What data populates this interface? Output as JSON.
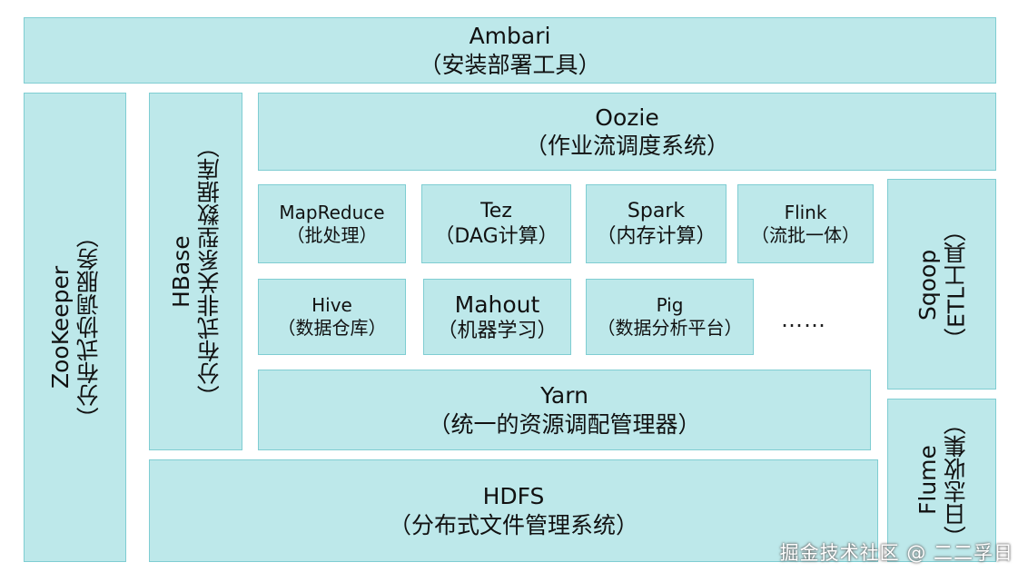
{
  "ambari": {
    "name": "Ambari",
    "desc": "（安装部署工具）"
  },
  "zookeeper": {
    "name": "ZooKeeper",
    "desc": "（分布式协调服务）"
  },
  "hbase": {
    "name": "HBase",
    "desc": "（分布式非关系型数据库）"
  },
  "oozie": {
    "name": "Oozie",
    "desc": "（作业流调度系统）"
  },
  "mapreduce": {
    "name": "MapReduce",
    "desc": "（批处理）"
  },
  "tez": {
    "name": "Tez",
    "desc": "（DAG计算）"
  },
  "spark": {
    "name": "Spark",
    "desc": "（内存计算）"
  },
  "flink": {
    "name": "Flink",
    "desc": "（流批一体）"
  },
  "hive": {
    "name": "Hive",
    "desc": "（数据仓库）"
  },
  "mahout": {
    "name": "Mahout",
    "desc": "（机器学习）"
  },
  "pig": {
    "name": "Pig",
    "desc": "（数据分析平台）"
  },
  "more": "……",
  "yarn": {
    "name": "Yarn",
    "desc": "（统一的资源调配管理器）"
  },
  "hdfs": {
    "name": "HDFS",
    "desc": "（分布式文件管理系统）"
  },
  "sqoop": {
    "name": "Sqoop",
    "desc": "（ETL工具）"
  },
  "flume": {
    "name": "Flume",
    "desc": "（日志收集）"
  },
  "watermark": "掘金技术社区 @ 二二孚日"
}
